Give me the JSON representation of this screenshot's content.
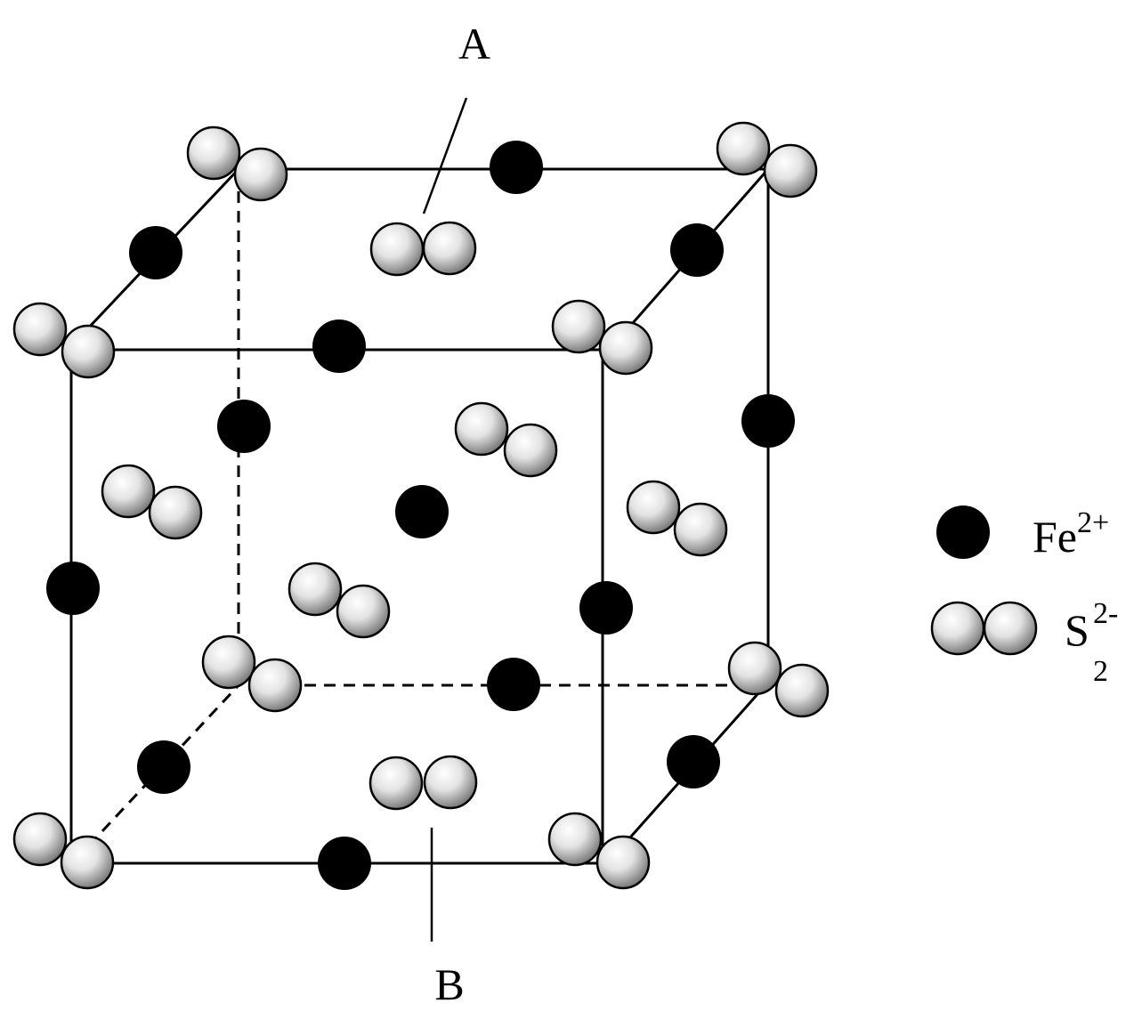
{
  "labels": {
    "a": "A",
    "b": "B"
  },
  "legend": {
    "fe": {
      "base": "Fe",
      "sup": "2+"
    },
    "s2": {
      "base": "S",
      "sub": "2",
      "sup": "2-"
    }
  },
  "colors": {
    "ink": "#000000",
    "sphere_light": "#ffffff",
    "sphere_dark": "#6e6e6e"
  }
}
